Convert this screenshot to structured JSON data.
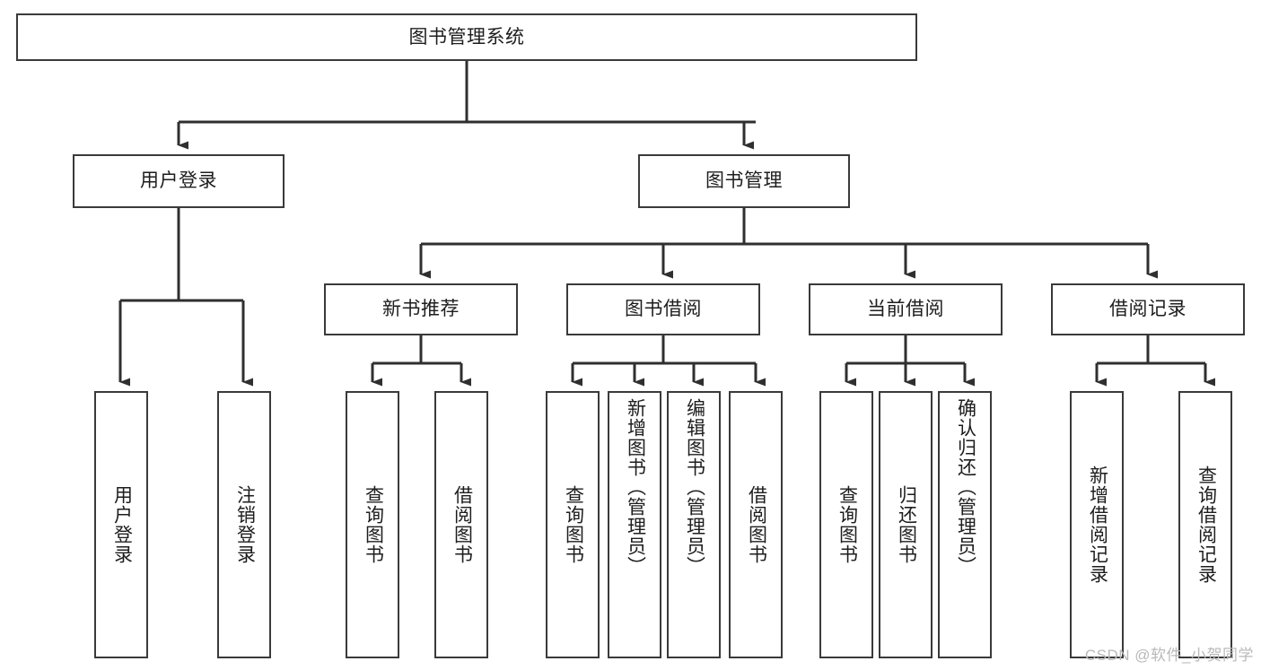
{
  "diagram": {
    "title": "图书管理系统",
    "type": "tree-hierarchy-diagram",
    "colors": {
      "box_border": "#3a3a3a",
      "box_fill": "#ffffff",
      "connector": "#2f2f2f",
      "text": "#1d1d1d",
      "watermark": "#b9b9b9"
    },
    "nodes": {
      "root": {
        "label": "图书管理系统",
        "orientation": "horizontal"
      },
      "level2": [
        {
          "id": "user-login",
          "label": "用户登录",
          "orientation": "horizontal"
        },
        {
          "id": "book-management",
          "label": "图书管理",
          "orientation": "horizontal"
        }
      ],
      "level3": [
        {
          "id": "new-book-recommend",
          "label": "新书推荐",
          "orientation": "horizontal"
        },
        {
          "id": "book-borrow",
          "label": "图书借阅",
          "orientation": "horizontal"
        },
        {
          "id": "current-borrow",
          "label": "当前借阅",
          "orientation": "horizontal"
        },
        {
          "id": "borrow-record",
          "label": "借阅记录",
          "orientation": "horizontal"
        }
      ],
      "leaves": {
        "user_login": [
          {
            "id": "leaf-user-login",
            "label": "用户登录",
            "orientation": "vertical"
          },
          {
            "id": "leaf-logout-login",
            "label": "注销登录",
            "orientation": "vertical"
          }
        ],
        "new_book_recommend": [
          {
            "id": "leaf-query-book-1",
            "label": "查询图书",
            "orientation": "vertical"
          },
          {
            "id": "leaf-borrow-book-1",
            "label": "借阅图书",
            "orientation": "vertical"
          }
        ],
        "book_borrow": [
          {
            "id": "leaf-query-book-2",
            "label": "查询图书",
            "orientation": "vertical"
          },
          {
            "id": "leaf-add-book",
            "label": "新增图书（管理员）",
            "orientation": "vertical"
          },
          {
            "id": "leaf-edit-book",
            "label": "编辑图书（管理员）",
            "orientation": "vertical"
          },
          {
            "id": "leaf-borrow-book-2",
            "label": "借阅图书",
            "orientation": "vertical"
          }
        ],
        "current_borrow": [
          {
            "id": "leaf-query-book-3",
            "label": "查询图书",
            "orientation": "vertical"
          },
          {
            "id": "leaf-return-book",
            "label": "归还图书",
            "orientation": "vertical"
          },
          {
            "id": "leaf-confirm-return",
            "label": "确认归还（管理员）",
            "orientation": "vertical"
          }
        ],
        "borrow_record": [
          {
            "id": "leaf-add-borrow-record",
            "label": "新增借阅记录",
            "orientation": "vertical"
          },
          {
            "id": "leaf-query-borrow-record",
            "label": "查询借阅记录",
            "orientation": "vertical"
          }
        ]
      }
    },
    "watermark": "CSDN @软件_小贺同学"
  }
}
